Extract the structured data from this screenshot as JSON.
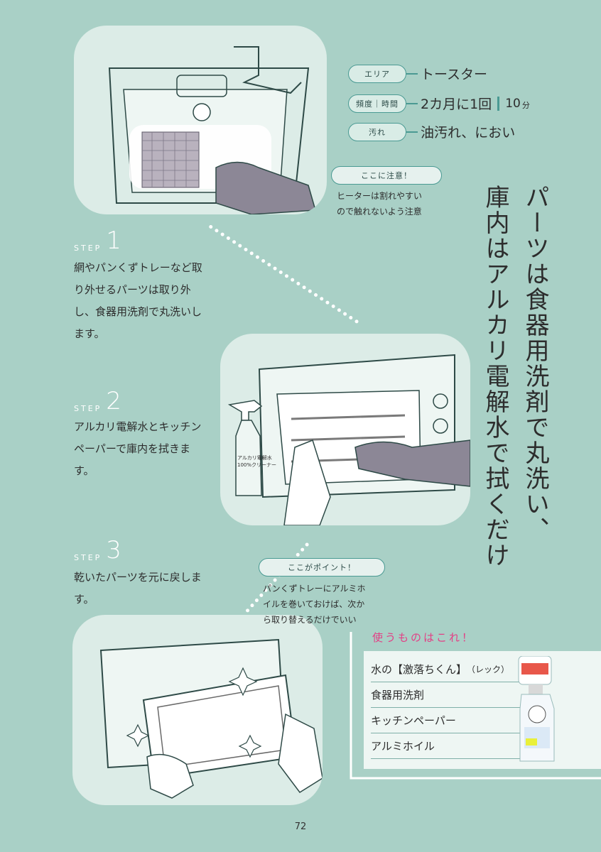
{
  "info": {
    "area_label": "エリア",
    "area_value": "トースター",
    "freq_label": "頻度｜時間",
    "freq_value": "2カ月に1回",
    "time_value": "10",
    "time_unit": "分",
    "dirt_label": "汚れ",
    "dirt_value": "油汚れ、におい"
  },
  "title_line1": "パーツは食器用洗剤で丸洗い、",
  "title_line2": "庫内はアルカリ電解水で拭くだけ",
  "caution": {
    "label": "ここに注意！",
    "text": "ヒーターは割れやすい\nので触れないよう注意"
  },
  "steps": [
    {
      "label": "STEP",
      "num": "1",
      "text": "網やパンくずトレーなど取\nり外せるパーツは取り外\nし、食器用洗剤で丸洗いし\nます。"
    },
    {
      "label": "STEP",
      "num": "2",
      "text": "アルカリ電解水とキッチン\nペーパーで庫内を拭きま\nす。"
    },
    {
      "label": "STEP",
      "num": "3",
      "text": "乾いたパーツを元に戻しま\nす。"
    }
  ],
  "point": {
    "label": "ここがポイント！",
    "text": "パンくずトレーにアルミホ\nイルを巻いておけば、次か\nら取り替えるだけでいい"
  },
  "bottle_label": "アルカリ電解水\n100%クリーナー",
  "items": {
    "title": "使うものはこれ！",
    "list": [
      "水の【激落ちくん】",
      "食器用洗剤",
      "キッチンペーパー",
      "アルミホイル"
    ],
    "brand_note": "（レック）"
  },
  "page_number": "72",
  "colors": {
    "background": "#a9d0c6",
    "panel": "#dcece7",
    "accent_pink": "#e33f85",
    "line_teal": "#4a9a93"
  }
}
